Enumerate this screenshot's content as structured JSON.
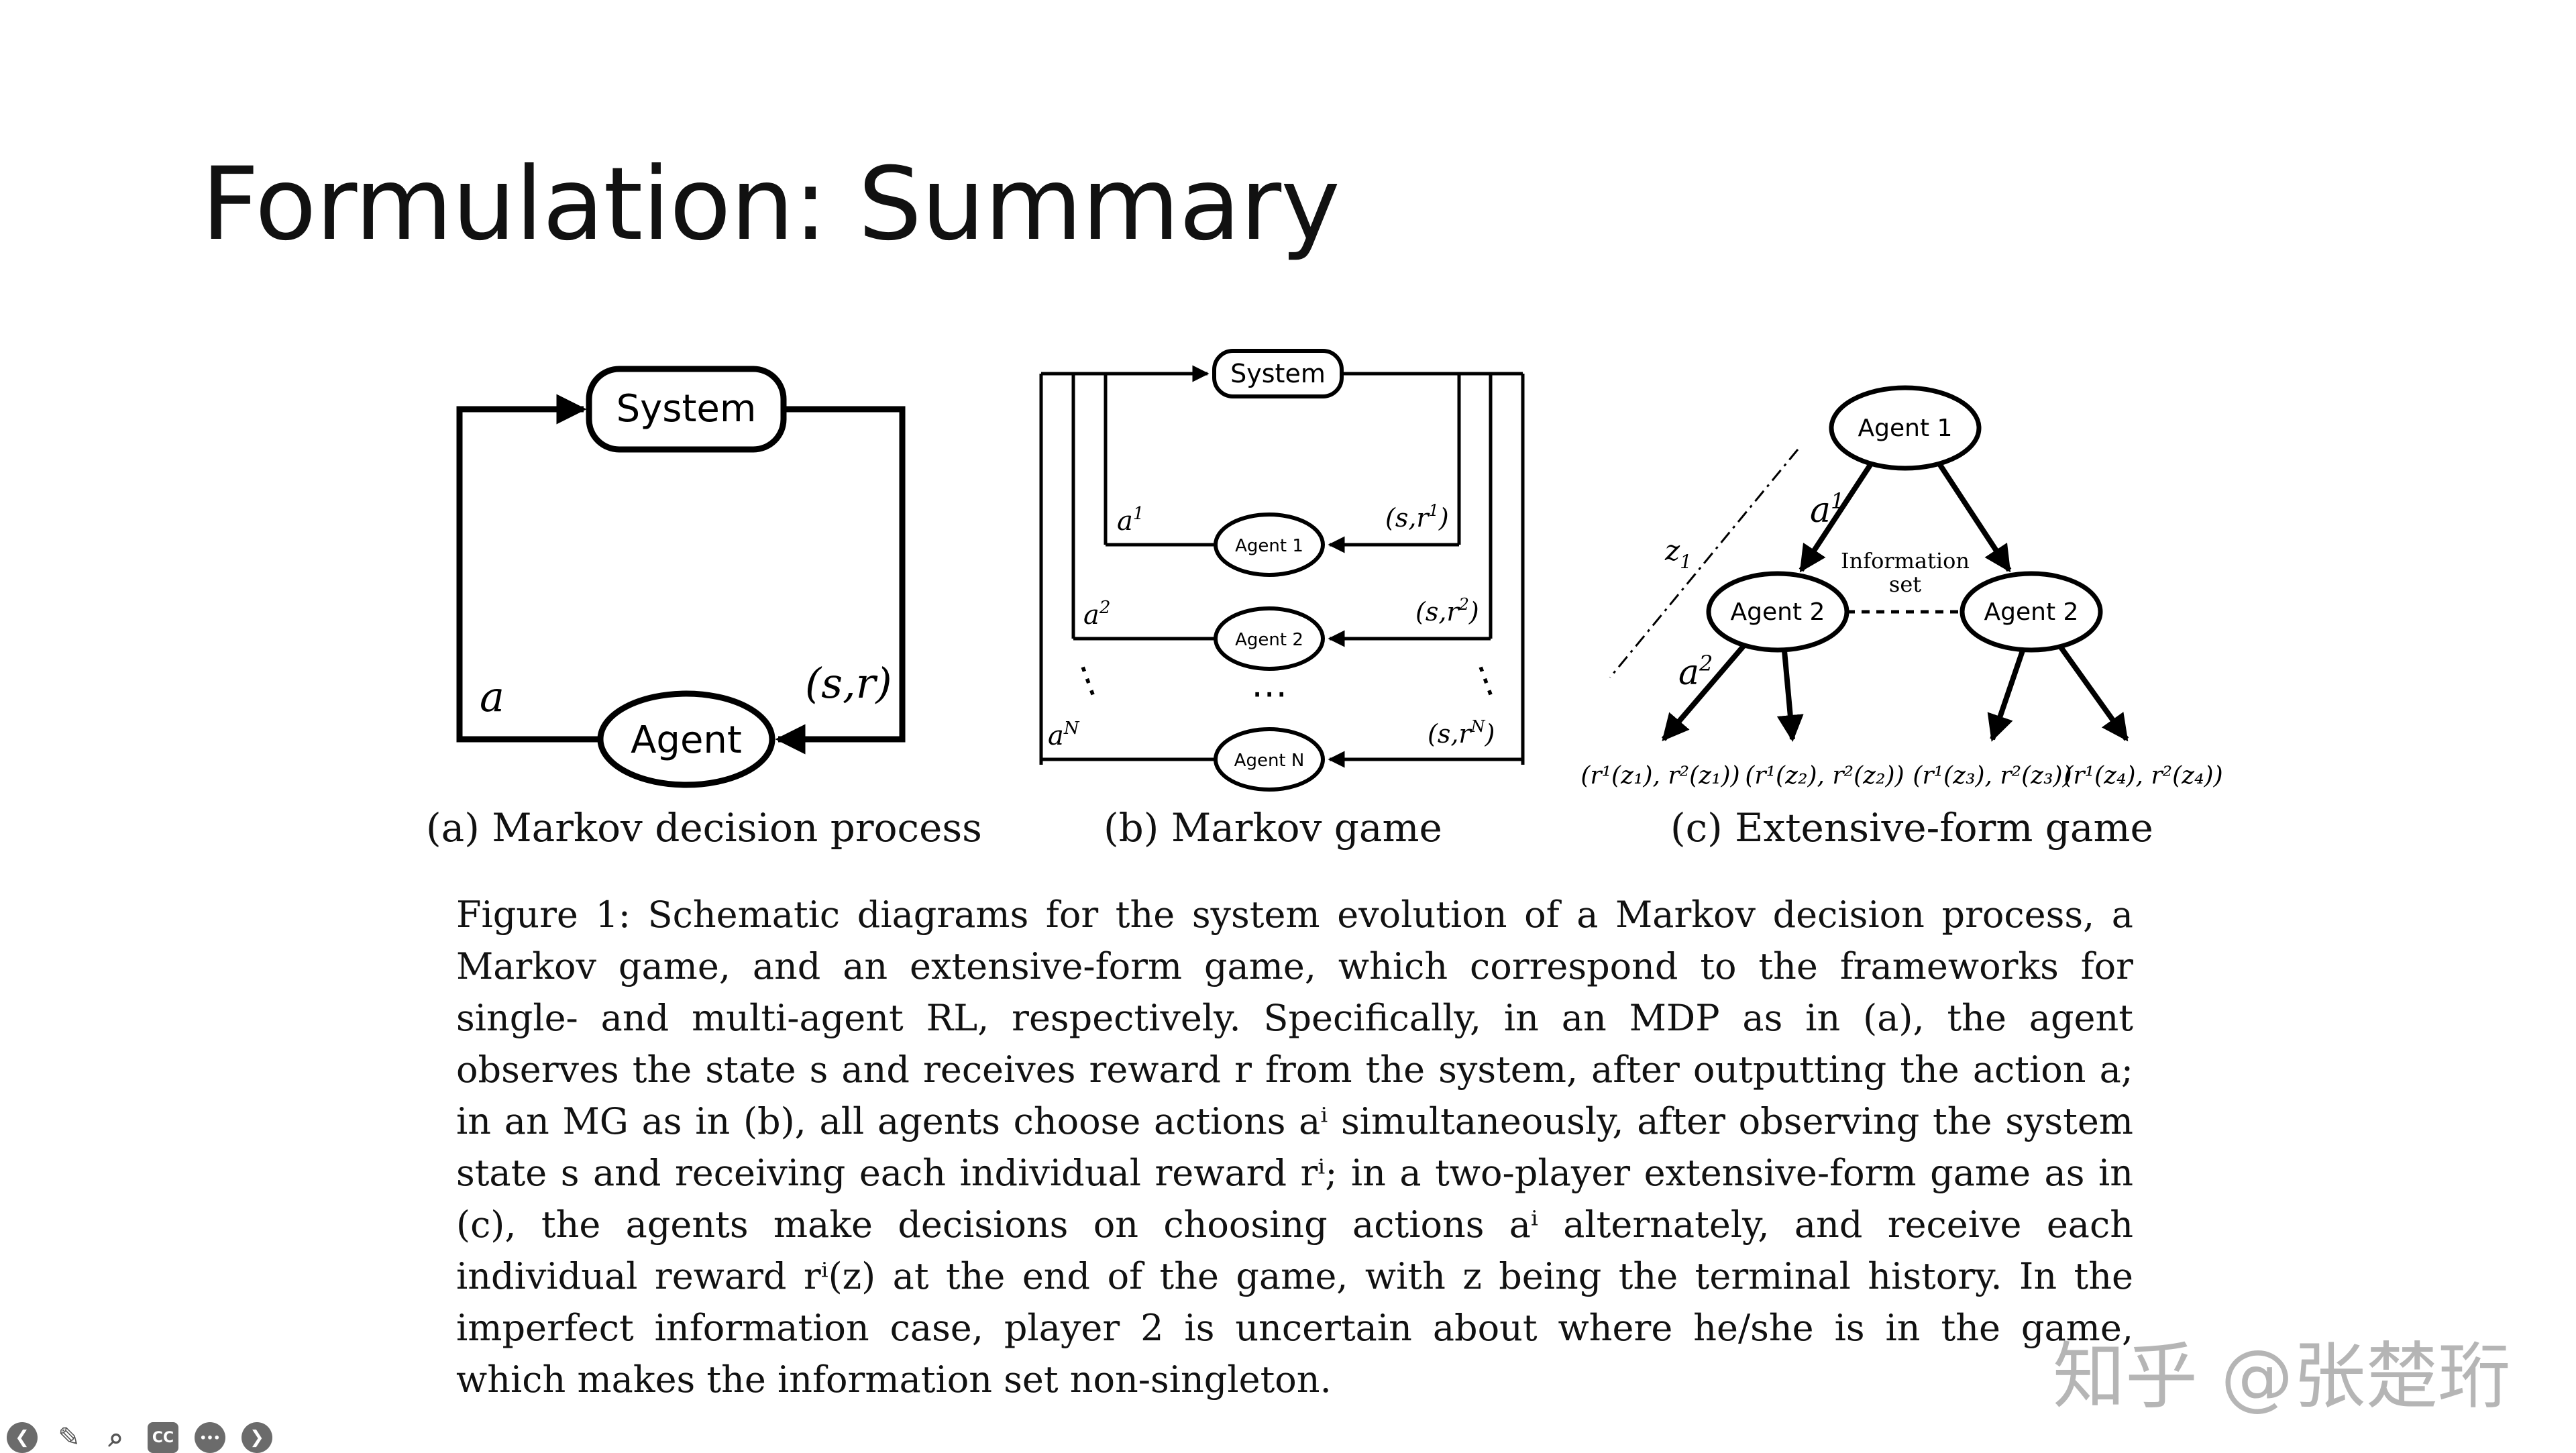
{
  "slide": {
    "title": "Formulation: Summary"
  },
  "figure": {
    "diagram_a": {
      "system_label": "System",
      "agent_label": "Agent",
      "action_label": "a",
      "obs_label": "(s,r)",
      "caption": "(a) Markov decision process"
    },
    "diagram_b": {
      "system_label": "System",
      "agent1_label": "Agent 1",
      "agent2_label": "Agent 2",
      "agentN_label": "Agent N",
      "a1": "a",
      "a1_sup": "1",
      "a2": "a",
      "a2_sup": "2",
      "aN": "a",
      "aN_sup": "N",
      "sr1": "(s,r",
      "sr1_sup": "1",
      "sr2": "(s,r",
      "sr2_sup": "2",
      "srN": "(s,r",
      "srN_sup": "N",
      "close": ")",
      "vdots": "⋮",
      "hdots": "⋯",
      "caption": "(b) Markov game"
    },
    "diagram_c": {
      "agent1_label": "Agent 1",
      "agent2_left_label": "Agent 2",
      "agent2_right_label": "Agent 2",
      "info_line1": "Information",
      "info_line2": "set",
      "a1": "a",
      "a1_sup": "1",
      "a2": "a",
      "a2_sup": "2",
      "z1": "z",
      "z1_sub": "1",
      "leaves": [
        "(r¹(z₁), r²(z₁))",
        "(r¹(z₂), r²(z₂))",
        "(r¹(z₃), r²(z₃))",
        "(r¹(z₄), r²(z₄))"
      ],
      "caption": "(c) Extensive-form game"
    }
  },
  "caption": {
    "text": "Figure 1: Schematic diagrams for the system evolution of a Markov decision process, a Markov game, and an extensive-form game, which correspond to the frameworks for single- and multi-agent RL, respectively. Specifically, in an MDP as in (a), the agent observes the state s and receives reward r from the system, after outputting the action a; in an MG as in (b), all agents choose actions aⁱ simultaneously, after observing the system state s and receiving each individual reward rⁱ; in a two-player extensive-form game as in (c), the agents make decisions on choosing actions aⁱ alternately, and receive each individual reward rⁱ(z) at the end of the game, with z being the terminal history. In the imperfect information case, player 2 is uncertain about where he/she is in the game, which makes the information set non-singleton."
  },
  "watermark": {
    "text": "知乎 @张楚珩"
  },
  "toolbar": {
    "prev": "❮",
    "pen": "✎",
    "zoom": "⌕",
    "cc": "CC",
    "more": "•••",
    "next": "❯"
  }
}
